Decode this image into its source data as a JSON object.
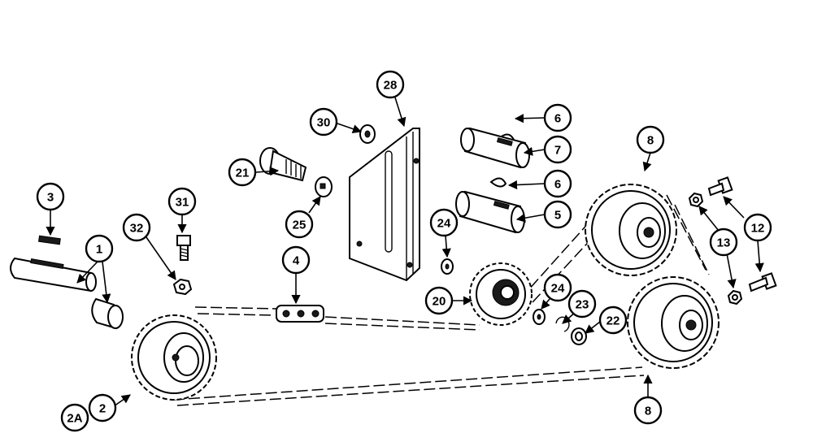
{
  "callouts": {
    "c1": "1",
    "c2": "2",
    "c2a": "2A",
    "c3": "3",
    "c4": "4",
    "c5": "5",
    "c6a": "6",
    "c6b": "6",
    "c7": "7",
    "c8a": "8",
    "c8b": "8",
    "c12": "12",
    "c13": "13",
    "c20": "20",
    "c21": "21",
    "c22": "22",
    "c23": "23",
    "c24a": "24",
    "c24b": "24",
    "c25": "25",
    "c28": "28",
    "c30": "30",
    "c31": "31",
    "c32": "32"
  },
  "colors": {
    "ink": "#000000",
    "paper": "#ffffff"
  }
}
